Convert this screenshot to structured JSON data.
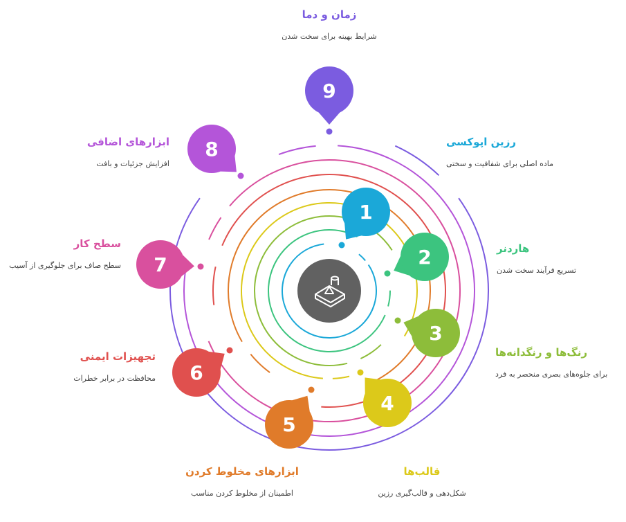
{
  "center_icon": "resin-mold-icon",
  "steps": [
    {
      "num": "1",
      "title": "رزین اپوکسی",
      "desc": "ماده اصلی برای شفافیت و سختی",
      "color": "#1ba8d8"
    },
    {
      "num": "2",
      "title": "هاردنر",
      "desc": "تسریع فرآیند سخت شدن",
      "color": "#3cc47f"
    },
    {
      "num": "3",
      "title": "رنگ‌ها و رنگدانه‌ها",
      "desc": "برای جلوه‌های بصری منحصر به فرد",
      "color": "#8dbd3a"
    },
    {
      "num": "4",
      "title": "قالب‌ها",
      "desc": "شکل‌دهی و قالب‌گیری رزین",
      "color": "#dcc91a"
    },
    {
      "num": "5",
      "title": "ابزارهای مخلوط کردن",
      "desc": "اطمینان از مخلوط کردن مناسب",
      "color": "#e07b2a"
    },
    {
      "num": "6",
      "title": "تجهیزات ایمنی",
      "desc": "محافظت در برابر خطرات",
      "color": "#e0504e"
    },
    {
      "num": "7",
      "title": "سطح کار",
      "desc": "سطح صاف برای جلوگیری از آسیب",
      "color": "#d9509e"
    },
    {
      "num": "8",
      "title": "ابزارهای اضافی",
      "desc": "افزایش جزئیات و بافت",
      "color": "#b455d9"
    },
    {
      "num": "9",
      "title": "زمان و دما",
      "desc": "شرایط بهینه برای سخت شدن",
      "color": "#7b5ce0"
    }
  ]
}
